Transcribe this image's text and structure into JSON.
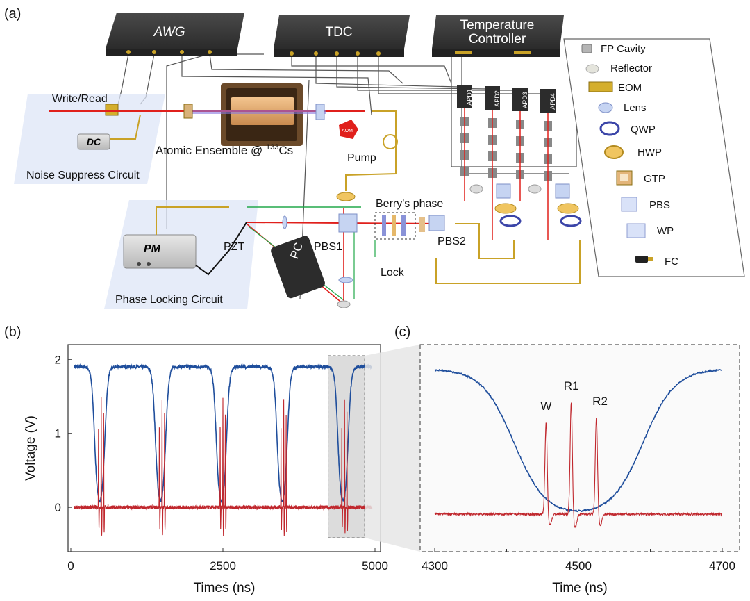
{
  "panels": {
    "a": "(a)",
    "b": "(b)",
    "c": "(c)"
  },
  "devices": {
    "awg": "AWG",
    "tdc": "TDC",
    "temp_line1": "Temperature",
    "temp_line2": "Controller",
    "dc": "DC",
    "pm": "PM",
    "pc": "PC",
    "aom": "AOM",
    "apd": [
      "APD1",
      "APD2",
      "APD3",
      "APD4"
    ]
  },
  "labels": {
    "write_read": "Write/Read",
    "atomic_prefix": "Atomic Ensemble @ ",
    "atomic_sup": "133",
    "atomic_suffix": "Cs",
    "noise_circuit": "Noise Suppress Circuit",
    "phase_circuit": "Phase Locking Circuit",
    "pump": "Pump",
    "berry": "Berry's phase",
    "pzt": "PZT",
    "pbs1": "PBS1",
    "pbs2": "PBS2",
    "lock": "Lock"
  },
  "legend": [
    {
      "label": "FP Cavity",
      "icon": "fp-cavity-icon"
    },
    {
      "label": "Reflector",
      "icon": "reflector-icon"
    },
    {
      "label": "EOM",
      "icon": "eom-icon"
    },
    {
      "label": "Lens",
      "icon": "lens-icon"
    },
    {
      "label": "QWP",
      "icon": "qwp-icon"
    },
    {
      "label": "HWP",
      "icon": "hwp-icon"
    },
    {
      "label": "GTP",
      "icon": "gtp-icon"
    },
    {
      "label": "PBS",
      "icon": "pbs-icon"
    },
    {
      "label": "WP",
      "icon": "wp-icon"
    },
    {
      "label": "FC",
      "icon": "fc-icon"
    }
  ],
  "colors": {
    "blue": "#1f4e9c",
    "red": "#c0272d",
    "gold": "#c9a227",
    "laser": "#e0201c",
    "green": "#22a84a"
  },
  "chart_data": [
    {
      "type": "line",
      "panel": "b",
      "xlabel": "Times (ns)",
      "ylabel": "Voltage (V)",
      "xlim": [
        0,
        5000
      ],
      "ylim": [
        -0.6,
        2.2
      ],
      "xticks": [
        0,
        2500,
        5000
      ],
      "yticks": [
        0,
        1,
        2
      ],
      "series": [
        {
          "color": "blue",
          "baseline": 1.9,
          "low": -0.03,
          "dips_center": [
            500,
            1500,
            2500,
            3500,
            4500
          ],
          "dip_halfwidth": 110,
          "edge_width": 25
        },
        {
          "color": "red",
          "baseline": 0.0,
          "pulses_offset": [
            -45,
            0,
            40
          ],
          "pulse_heights": [
            1.2,
            1.48,
            1.28
          ],
          "pulse_period": 1000,
          "pulse_start": 500,
          "pulse_width": 3
        }
      ],
      "highlight_range": [
        4230,
        4830
      ]
    },
    {
      "type": "line",
      "panel": "c",
      "xlabel": "Time (ns)",
      "xlim": [
        4300,
        4700
      ],
      "ylim": [
        -0.15,
        2.1
      ],
      "xticks": [
        4300,
        4500,
        4700
      ],
      "annotations": [
        {
          "text": "W",
          "x": 4455
        },
        {
          "text": "R1",
          "x": 4490
        },
        {
          "text": "R2",
          "x": 4530
        }
      ],
      "series": [
        {
          "color": "blue",
          "baseline": 1.9,
          "low": -0.02,
          "fall_center": 4410,
          "rise_center": 4590,
          "edge_width": 22
        },
        {
          "color": "red",
          "baseline": 0.0,
          "pulses": [
            {
              "x": 4455,
              "h": 1.22
            },
            {
              "x": 4490,
              "h": 1.48
            },
            {
              "x": 4525,
              "h": 1.28
            }
          ],
          "pulse_width": 2.2
        }
      ]
    }
  ]
}
